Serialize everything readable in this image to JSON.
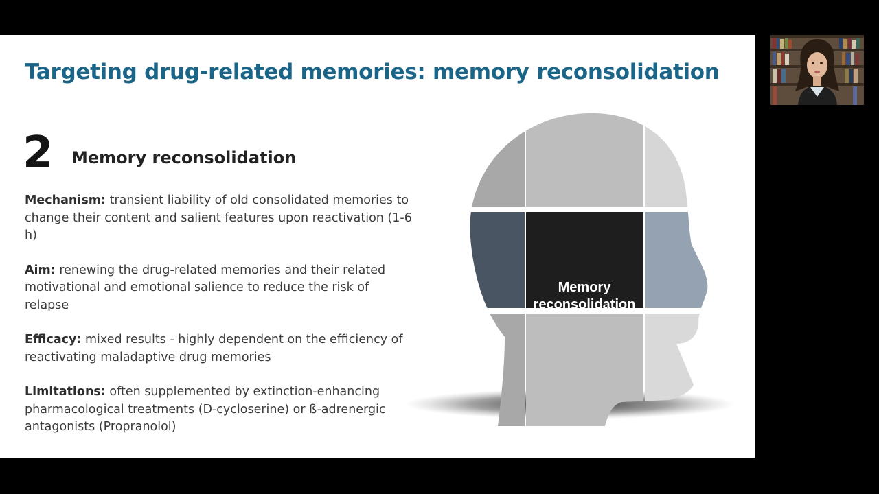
{
  "slide": {
    "title": "Targeting drug-related memories: memory reconsolidation",
    "section_number": "2",
    "section_heading": "Memory reconsolidation",
    "points": [
      {
        "label": "Mechanism:",
        "text": " transient liability of old consolidated memories to change their content and salient features upon reactivation (1-6 h)"
      },
      {
        "label": "Aim:",
        "text": " renewing the drug-related memories and their related motivational and emotional salience to reduce the risk of relapse"
      },
      {
        "label": "Efficacy:",
        "text": " mixed results - highly dependent on the efficiency of reactivating maladaptive drug memories"
      },
      {
        "label": "Limitations:",
        "text": " often supplemented by extinction-enhancing pharmacological treatments (D-cycloserine) or ß-adrenergic antagonists (Propranolol)"
      }
    ],
    "head_graphic": {
      "center_label_line1": "Memory",
      "center_label_line2": "reconsolidation",
      "colors": {
        "top_left": "#a8a8a8",
        "top_mid": "#bdbdbd",
        "top_right": "#d6d6d6",
        "mid_left": "#4a5563",
        "mid_center": "#1e1e1e",
        "mid_right": "#95a2b2",
        "bottom_mid": "#bdbdbd",
        "bottom_right": "#d9d9d9",
        "bottom_left": "#a8a8a8"
      }
    }
  },
  "webcam": {
    "icon": "presenter-video-icon"
  }
}
